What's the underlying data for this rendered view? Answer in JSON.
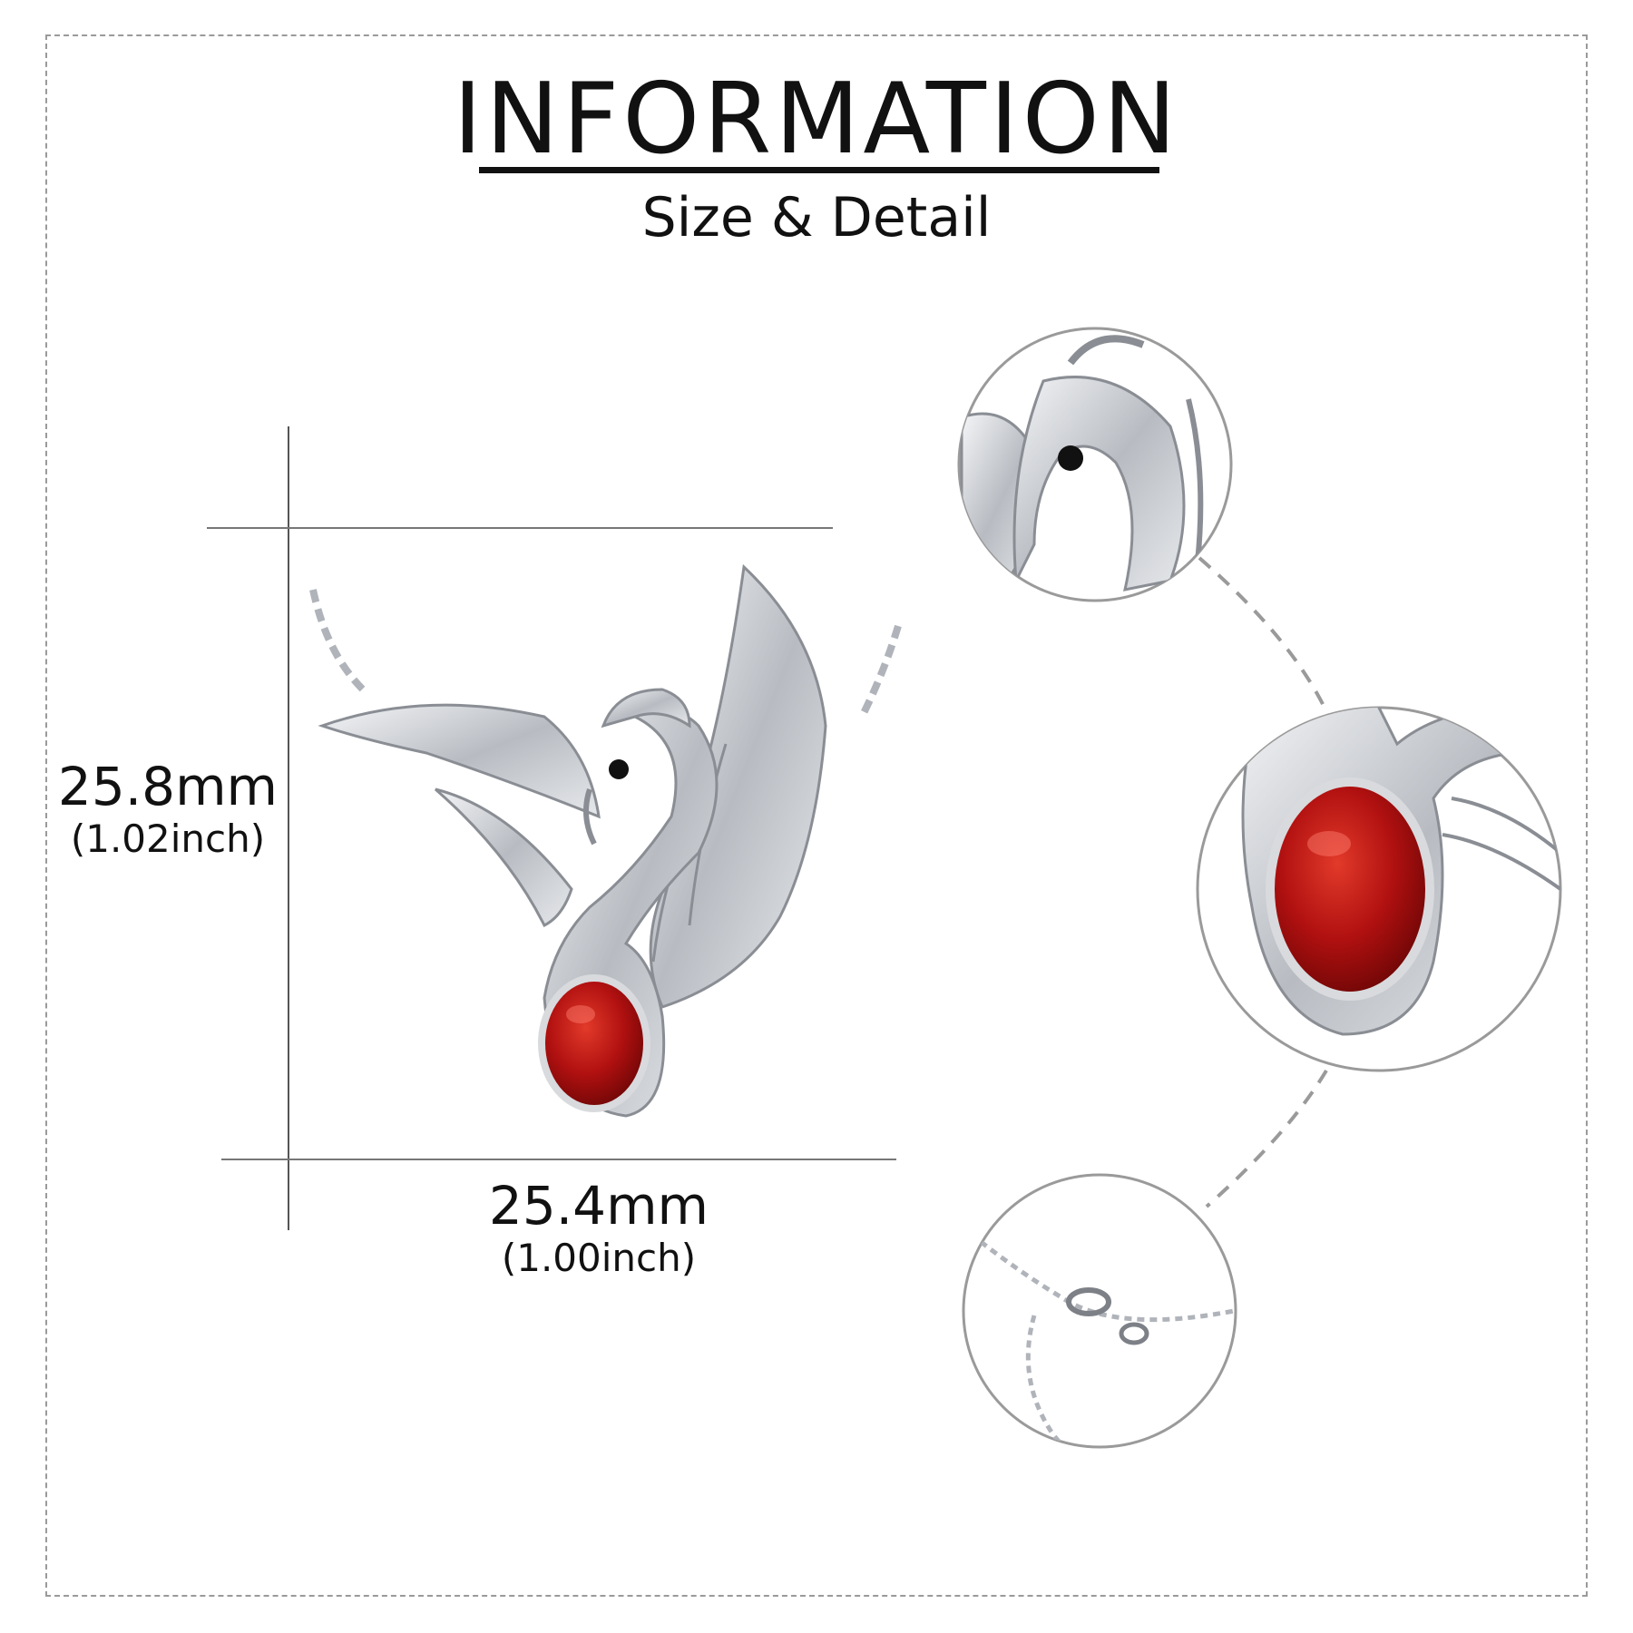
{
  "header": {
    "title": "INFORMATION",
    "subtitle": "Size & Detail"
  },
  "dimensions": {
    "height": {
      "mm": "25.8mm",
      "inch": "(1.02inch)"
    },
    "width": {
      "mm": "25.4mm",
      "inch": "(1.00inch)"
    }
  },
  "colors": {
    "stone_red": "#b01010",
    "silver": "#c9ccd1",
    "dashed_border": "#9a9a9a",
    "text": "#111111"
  },
  "icons": {
    "product": "swan-pendant-necklace",
    "detail_1": "swan-head-closeup",
    "detail_2": "red-stone-closeup",
    "detail_3": "lobster-clasp-chain-closeup"
  }
}
